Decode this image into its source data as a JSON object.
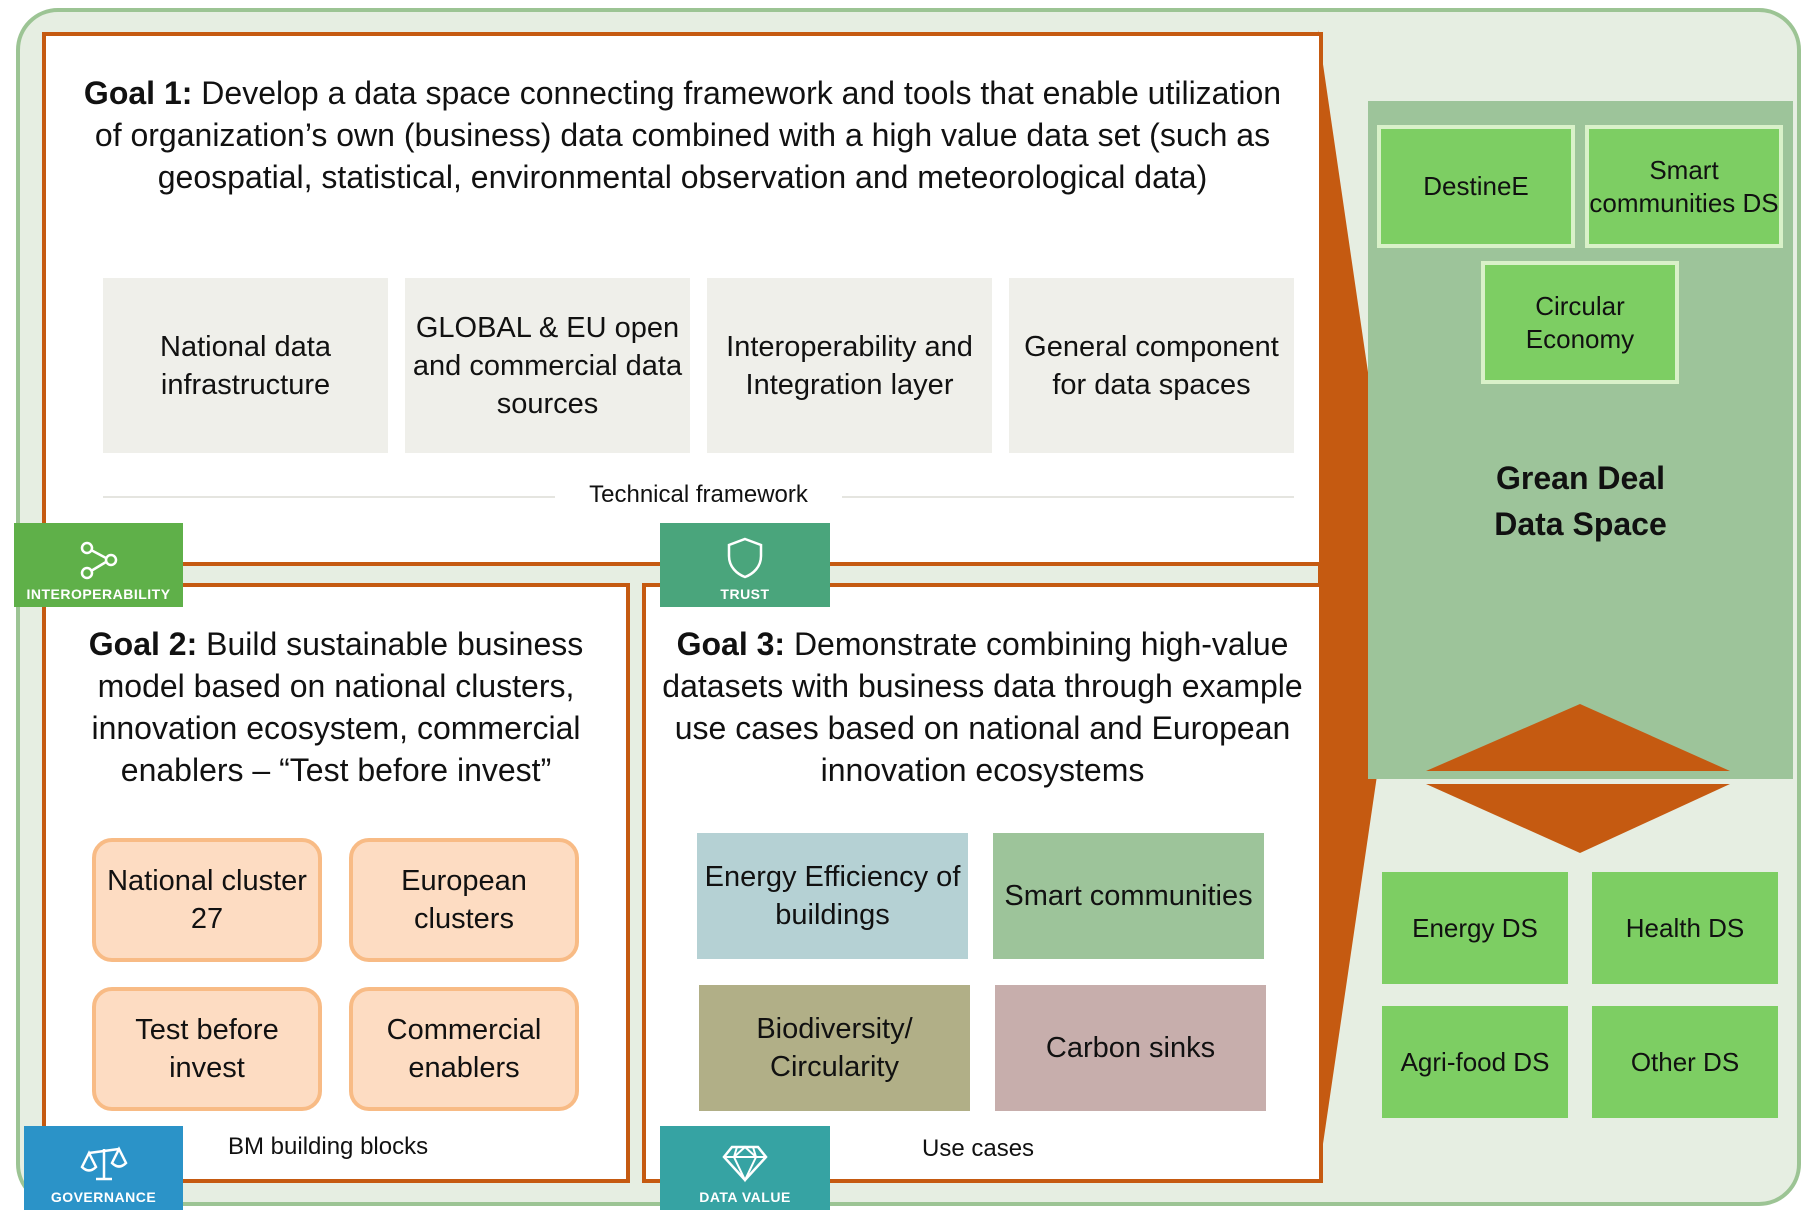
{
  "goal1": {
    "label": "Goal 1:",
    "text": " Develop a data space connecting framework and tools that enable utilization of organization’s own (business) data combined with a high value data set (such as geospatial, statistical, environmental observation and meteorological data)",
    "tiles": [
      "National data infrastructure",
      "GLOBAL & EU open and commercial data sources",
      "Interoperability and Integration layer",
      "General component for data spaces"
    ],
    "caption": "Technical framework"
  },
  "goal2": {
    "label": "Goal 2:",
    "text": " Build sustainable business model based on national clusters, innovation ecosystem, commercial enablers – “Test before invest”",
    "tiles": [
      "National cluster 27",
      "European clusters",
      "Test before invest",
      "Commercial enablers"
    ],
    "caption": "BM building blocks"
  },
  "goal3": {
    "label": "Goal 3:",
    "text": " Demonstrate combining high-value datasets with business data through example use cases based on national and European innovation ecosystems",
    "tiles": [
      "Energy Efficiency of buildings",
      "Smart communities",
      "Biodiversity/ Circularity",
      "Carbon sinks"
    ],
    "tile_colors": [
      "#b5d1d4",
      "#9dc49a",
      "#b1af87",
      "#c7aeac"
    ],
    "caption": "Use cases"
  },
  "badges": {
    "interoperability": {
      "label": "INTEROPERABILITY",
      "icon": "network-nodes-icon",
      "color": "#5fb049"
    },
    "trust": {
      "label": "TRUST",
      "icon": "shield-icon",
      "color": "#4aa57c"
    },
    "governance": {
      "label": "GOVERNANCE",
      "icon": "scales-icon",
      "color": "#2b93c8"
    },
    "data_value": {
      "label": "DATA VALUE",
      "icon": "diamond-icon",
      "color": "#36a3a3"
    }
  },
  "green_deal": {
    "title_line1": "Grean Deal",
    "title_line2": "Data Space",
    "top_spaces": [
      "DestineE",
      "Smart communities DS",
      "Circular Economy"
    ],
    "bottom_spaces": [
      "Energy DS",
      "Health DS",
      "Agri-food DS",
      "Other DS"
    ]
  },
  "colors": {
    "accent": "#c55a11",
    "panel": "#9dc49a",
    "space_green": "#7dce63",
    "background": "#e6eee2"
  }
}
